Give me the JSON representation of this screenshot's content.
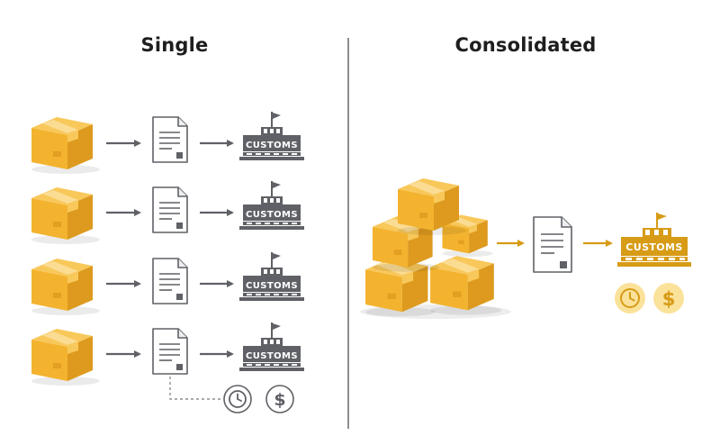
{
  "single": {
    "title": "Single",
    "rows": [
      {
        "customs_label": "CUSTOMS"
      },
      {
        "customs_label": "CUSTOMS"
      },
      {
        "customs_label": "CUSTOMS"
      },
      {
        "customs_label": "CUSTOMS"
      }
    ],
    "fee_icons": [
      "clock-icon",
      "dollar-icon"
    ],
    "icon_glyphs": {
      "dollar": "$"
    }
  },
  "consolidated": {
    "title": "Consolidated",
    "customs_label": "CUSTOMS",
    "fee_icons": [
      "clock-icon",
      "dollar-icon"
    ],
    "icon_glyphs": {
      "dollar": "$"
    }
  },
  "colors": {
    "box_front": "#F3B32F",
    "box_side": "#DD9A1E",
    "box_top": "#F8C85A",
    "tape": "#FBDC93",
    "icon_gray": "#5F6166",
    "accent_gold": "#D79B16",
    "coin_fill": "#FBE29A"
  }
}
